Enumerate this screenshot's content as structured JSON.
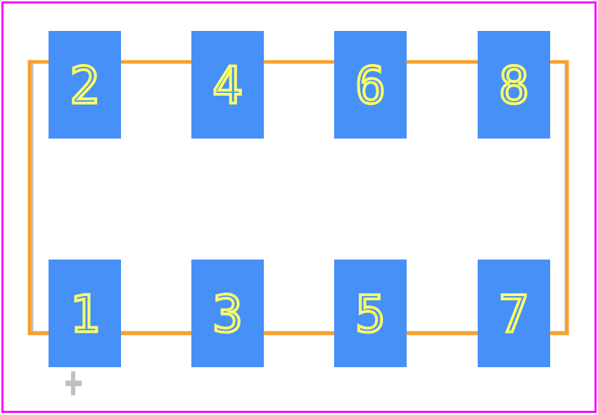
{
  "footprint": {
    "pads": [
      {
        "number": "2"
      },
      {
        "number": "4"
      },
      {
        "number": "6"
      },
      {
        "number": "8"
      },
      {
        "number": "1"
      },
      {
        "number": "3"
      },
      {
        "number": "5"
      },
      {
        "number": "7"
      }
    ],
    "colors": {
      "pad": "#4690f8",
      "pad_label": "#ffff66",
      "silkscreen": "#f8a028",
      "courtyard": "#ff00ff",
      "fab_outline": "#c0c0c0",
      "origin_marker": "#c0c0c0"
    }
  }
}
